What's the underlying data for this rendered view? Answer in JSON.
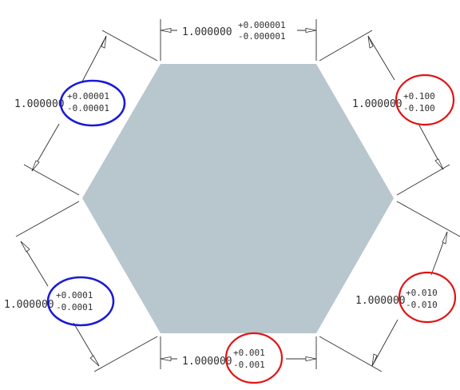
{
  "colors": {
    "part_fill": "#b8c6ce",
    "line": "#303030",
    "highlight_blue": "#1a1ad6",
    "highlight_red": "#e01414"
  },
  "dimensions": {
    "top": {
      "nominal": "1.000000",
      "plus": "+0.000001",
      "minus": "-0.000001",
      "highlight": "none"
    },
    "upper_left": {
      "nominal": "1.000000",
      "plus": "+0.00001",
      "minus": "-0.00001",
      "highlight": "blue"
    },
    "upper_right": {
      "nominal": "1.000000",
      "plus": "+0.100",
      "minus": "-0.100",
      "highlight": "red"
    },
    "lower_left": {
      "nominal": "1.000000",
      "plus": "+0.0001",
      "minus": "-0.0001",
      "highlight": "blue"
    },
    "lower_right": {
      "nominal": "1.000000",
      "plus": "+0.010",
      "minus": "-0.010",
      "highlight": "red"
    },
    "bottom": {
      "nominal": "1.000000",
      "plus": "+0.001",
      "minus": "-0.001",
      "highlight": "red"
    }
  }
}
